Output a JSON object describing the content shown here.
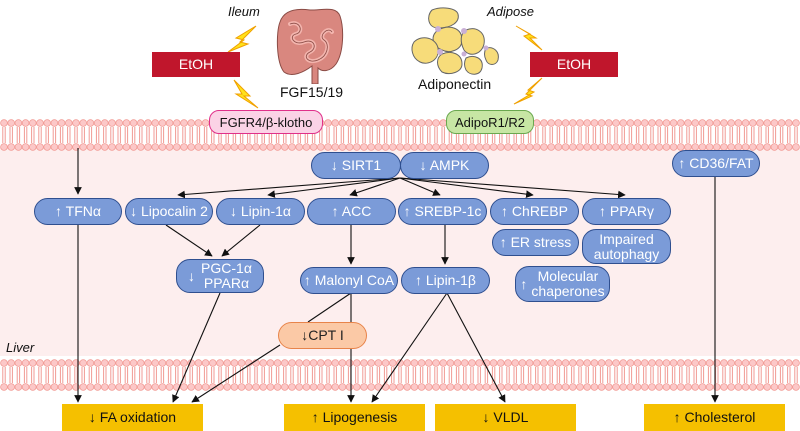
{
  "organs": {
    "ileum": {
      "label": "Ileum",
      "secreted": "FGF15/19"
    },
    "adipose": {
      "label": "Adipose",
      "secreted": "Adiponectin"
    },
    "liver": {
      "label": "Liver"
    }
  },
  "etoh": {
    "left": "EtOH",
    "right": "EtOH"
  },
  "receptors": {
    "fgfr4": "FGFR4/β-klotho",
    "adipor": "AdipoR1/R2"
  },
  "nodes": {
    "sirt1": "↓ SIRT1",
    "ampk": "↓ AMPK",
    "cd36": "↑ CD36/FAT",
    "tnfa": "↑ TFNα",
    "lipocalin2": "↓ Lipocalin 2",
    "lipin1a": "↓ Lipin-1α",
    "acc": "↑ ACC",
    "srebp1c": "↑ SREBP-1c",
    "chrebp": "↑ ChREBP",
    "ppary": "↑ PPARγ",
    "er_stress": "↑ ER stress",
    "impaired_autophagy_1": "Impaired",
    "impaired_autophagy_2": "autophagy",
    "pgc1a_arrow": "↓",
    "pgc1a_1": "PGC-1α",
    "pgc1a_2": "PPARα",
    "malonyl": "↑ Malonyl CoA",
    "lipin1b": "↑ Lipin-1β",
    "chaperones_arrow": "↑",
    "chaperones_1": "Molecular",
    "chaperones_2": "chaperones",
    "cpt1": "↓CPT I"
  },
  "outcomes": {
    "fa_oxidation": "↓ FA oxidation",
    "lipogenesis": "↑ Lipogenesis",
    "vldl": "↓ VLDL",
    "cholesterol": "↑ Cholesterol"
  },
  "colors": {
    "pill_fill": "#7b9bd8",
    "pill_border": "#2f4f8f",
    "outcome_fill": "#f5c000",
    "etoh_fill": "#c0162c",
    "liver_bg": "#fdeeee",
    "membrane": "#f4a6a0"
  }
}
